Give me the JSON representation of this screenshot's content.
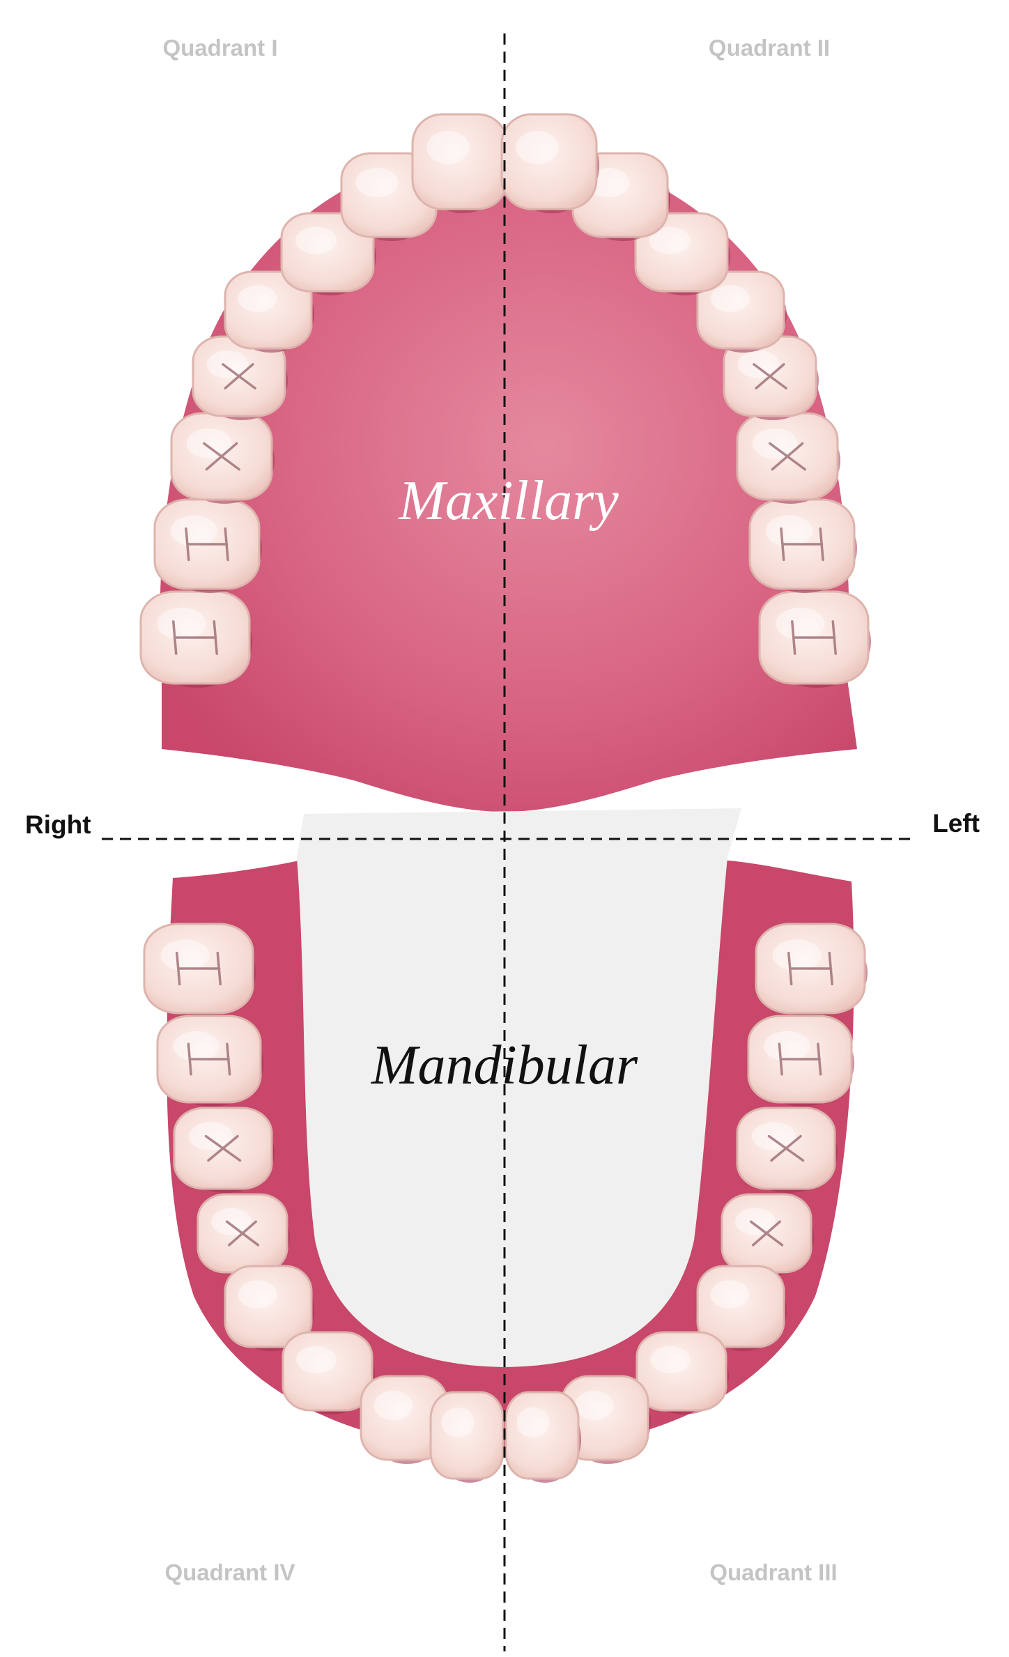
{
  "labels": {
    "quadrant_1": "Quadrant I",
    "quadrant_2": "Quadrant II",
    "quadrant_3": "Quadrant III",
    "quadrant_4": "Quadrant IV",
    "right": "Right",
    "left": "Left",
    "maxillary": "Maxillary",
    "mandibular": "Mandibular"
  },
  "colors": {
    "gum": "#c8476a",
    "gum_light": "#e07d94",
    "tongue": "#f0f0f0",
    "tooth": "#f6dcd6",
    "tooth_edge": "#ddb4ad",
    "groove": "#9a6a70",
    "maxillary_text": "#ffffff",
    "mandibular_text": "#111111",
    "quadrant_text": "#c4c4c4"
  },
  "arches": {
    "maxillary_teeth_count": 16,
    "mandibular_teeth_count": 16
  }
}
